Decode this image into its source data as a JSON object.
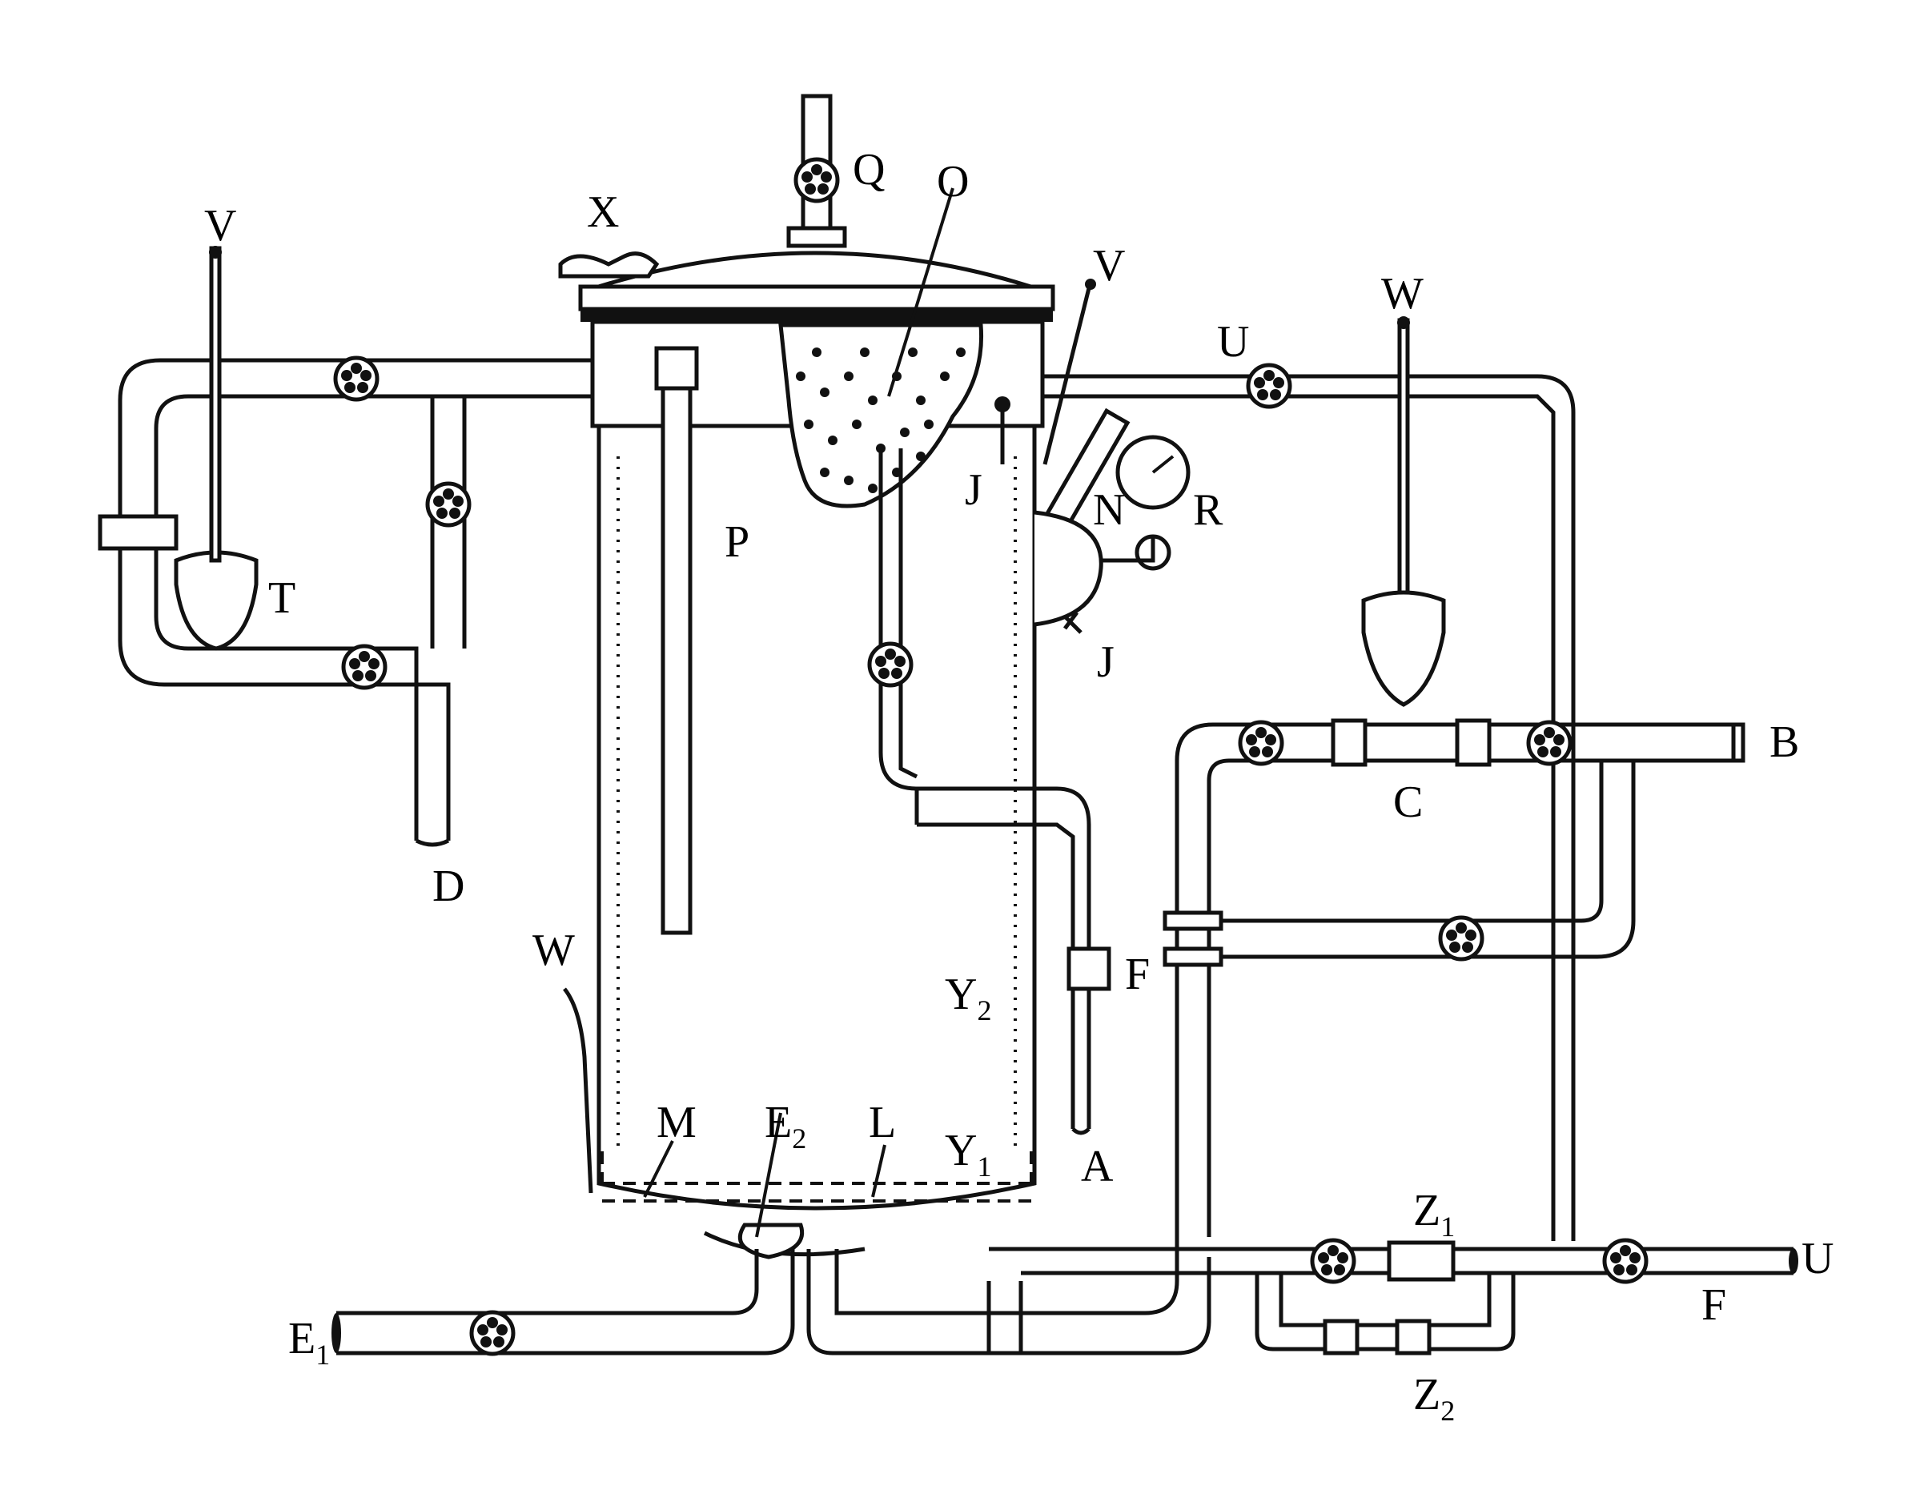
{
  "labels": {
    "A": "A",
    "B": "B",
    "C": "C",
    "D": "D",
    "E1": "E",
    "E1_sub": "1",
    "E2": "E",
    "E2_sub": "2",
    "F_right_pipe": "F",
    "F_bottom": "F",
    "J_upper": "J",
    "J_lower": "J",
    "L": "L",
    "M": "M",
    "N": "N",
    "O": "O",
    "P": "P",
    "Q": "Q",
    "R": "R",
    "T": "T",
    "U_top": "U",
    "U_bottom": "U",
    "V_left": "V",
    "V_right": "V",
    "W_top": "W",
    "W_left": "W",
    "X": "X",
    "Y1": "Y",
    "Y1_sub": "1",
    "Y2": "Y",
    "Y2_sub": "2",
    "Z1": "Z",
    "Z1_sub": "1",
    "Z2": "Z",
    "Z2_sub": "2"
  }
}
